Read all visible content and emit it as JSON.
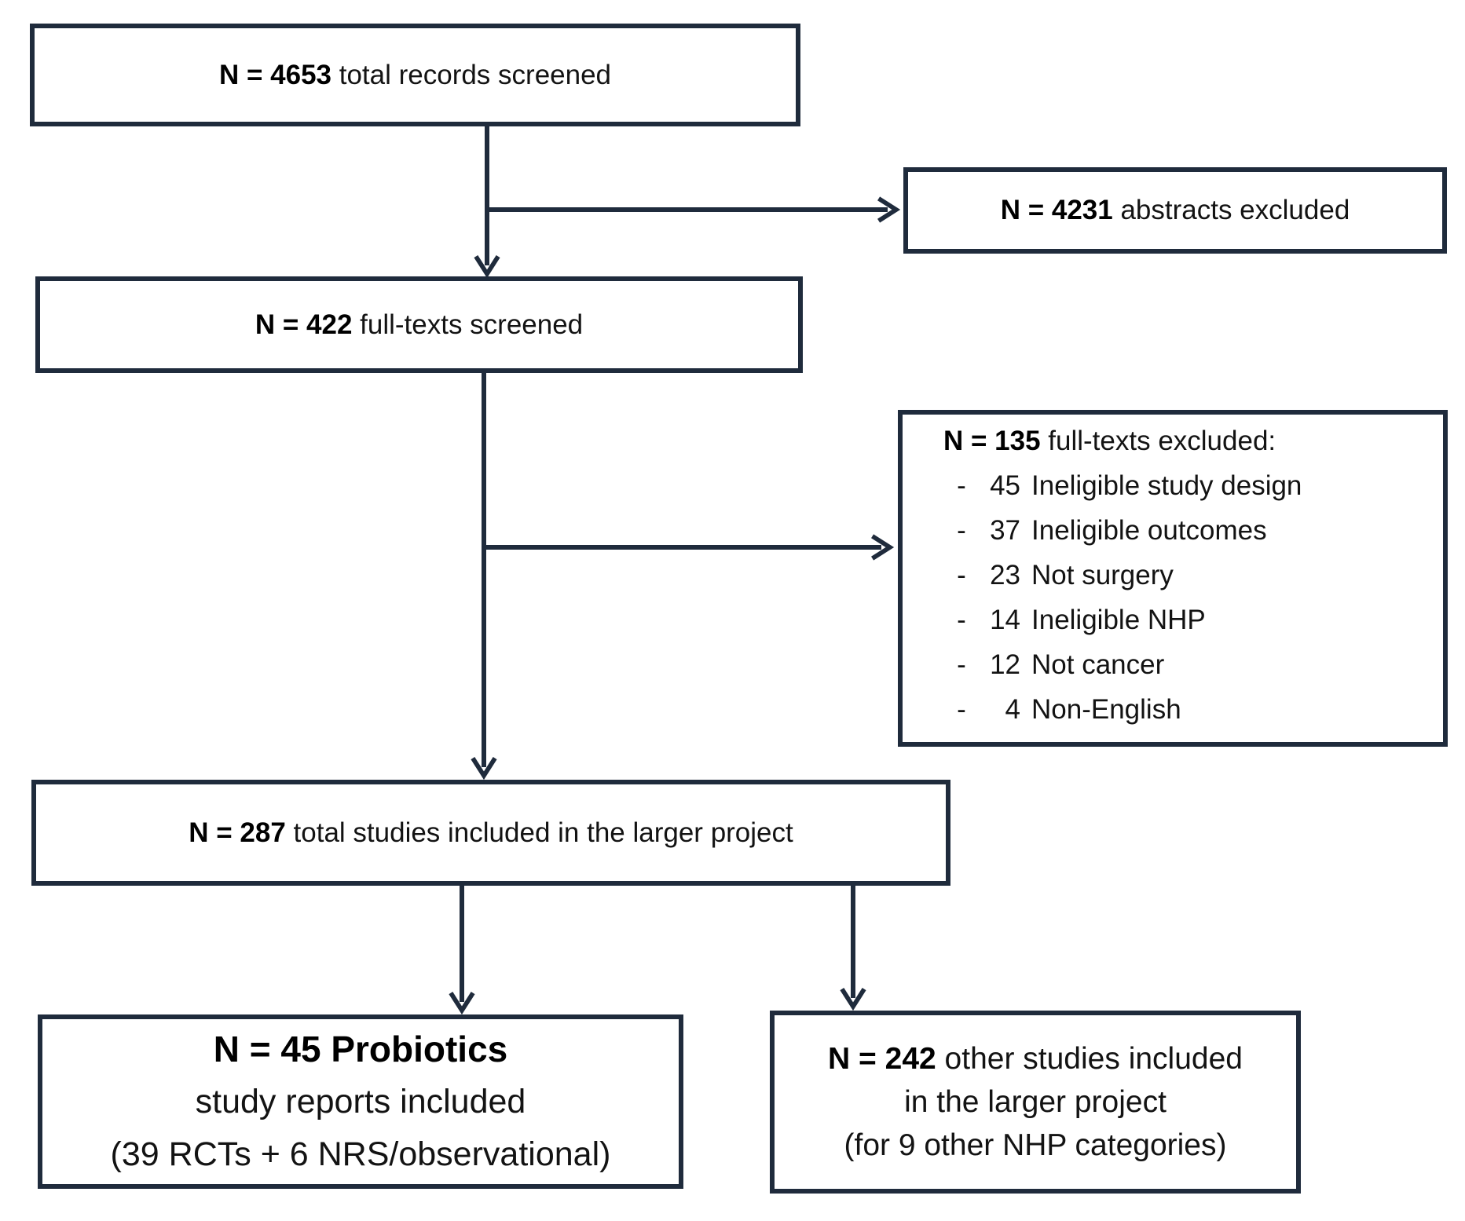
{
  "flowchart": {
    "colors": {
      "line": "#1f2b3c",
      "box_fill": "#ffffff",
      "text": "#131313"
    },
    "boxes": {
      "screened": {
        "n": "N = 4653",
        "label": " total records screened"
      },
      "abstracts_excluded": {
        "n": "N = 4231",
        "label": " abstracts excluded"
      },
      "fulltexts_screened": {
        "n": "N = 422",
        "label": " full-texts screened"
      },
      "fulltexts_excluded": {
        "n": "N = 135",
        "label": " full-texts excluded:",
        "bullet": "-",
        "reasons": [
          {
            "count": "45",
            "reason": "Ineligible study design"
          },
          {
            "count": "37",
            "reason": "Ineligible outcomes"
          },
          {
            "count": "23",
            "reason": "Not surgery"
          },
          {
            "count": "14",
            "reason": "Ineligible NHP"
          },
          {
            "count": "12",
            "reason": "Not cancer"
          },
          {
            "count": "4",
            "reason": "Non-English"
          }
        ]
      },
      "included_total": {
        "n": "N = 287",
        "label": " total studies included in the larger project"
      },
      "probiotics": {
        "line1": "N = 45 Probiotics",
        "line2": "study reports included",
        "line3": "(39 RCTs + 6 NRS/observational)"
      },
      "other_studies": {
        "n": "N = 242",
        "label": " other studies included",
        "line2": "in the larger project",
        "line3": "(for 9 other NHP categories)"
      }
    }
  }
}
